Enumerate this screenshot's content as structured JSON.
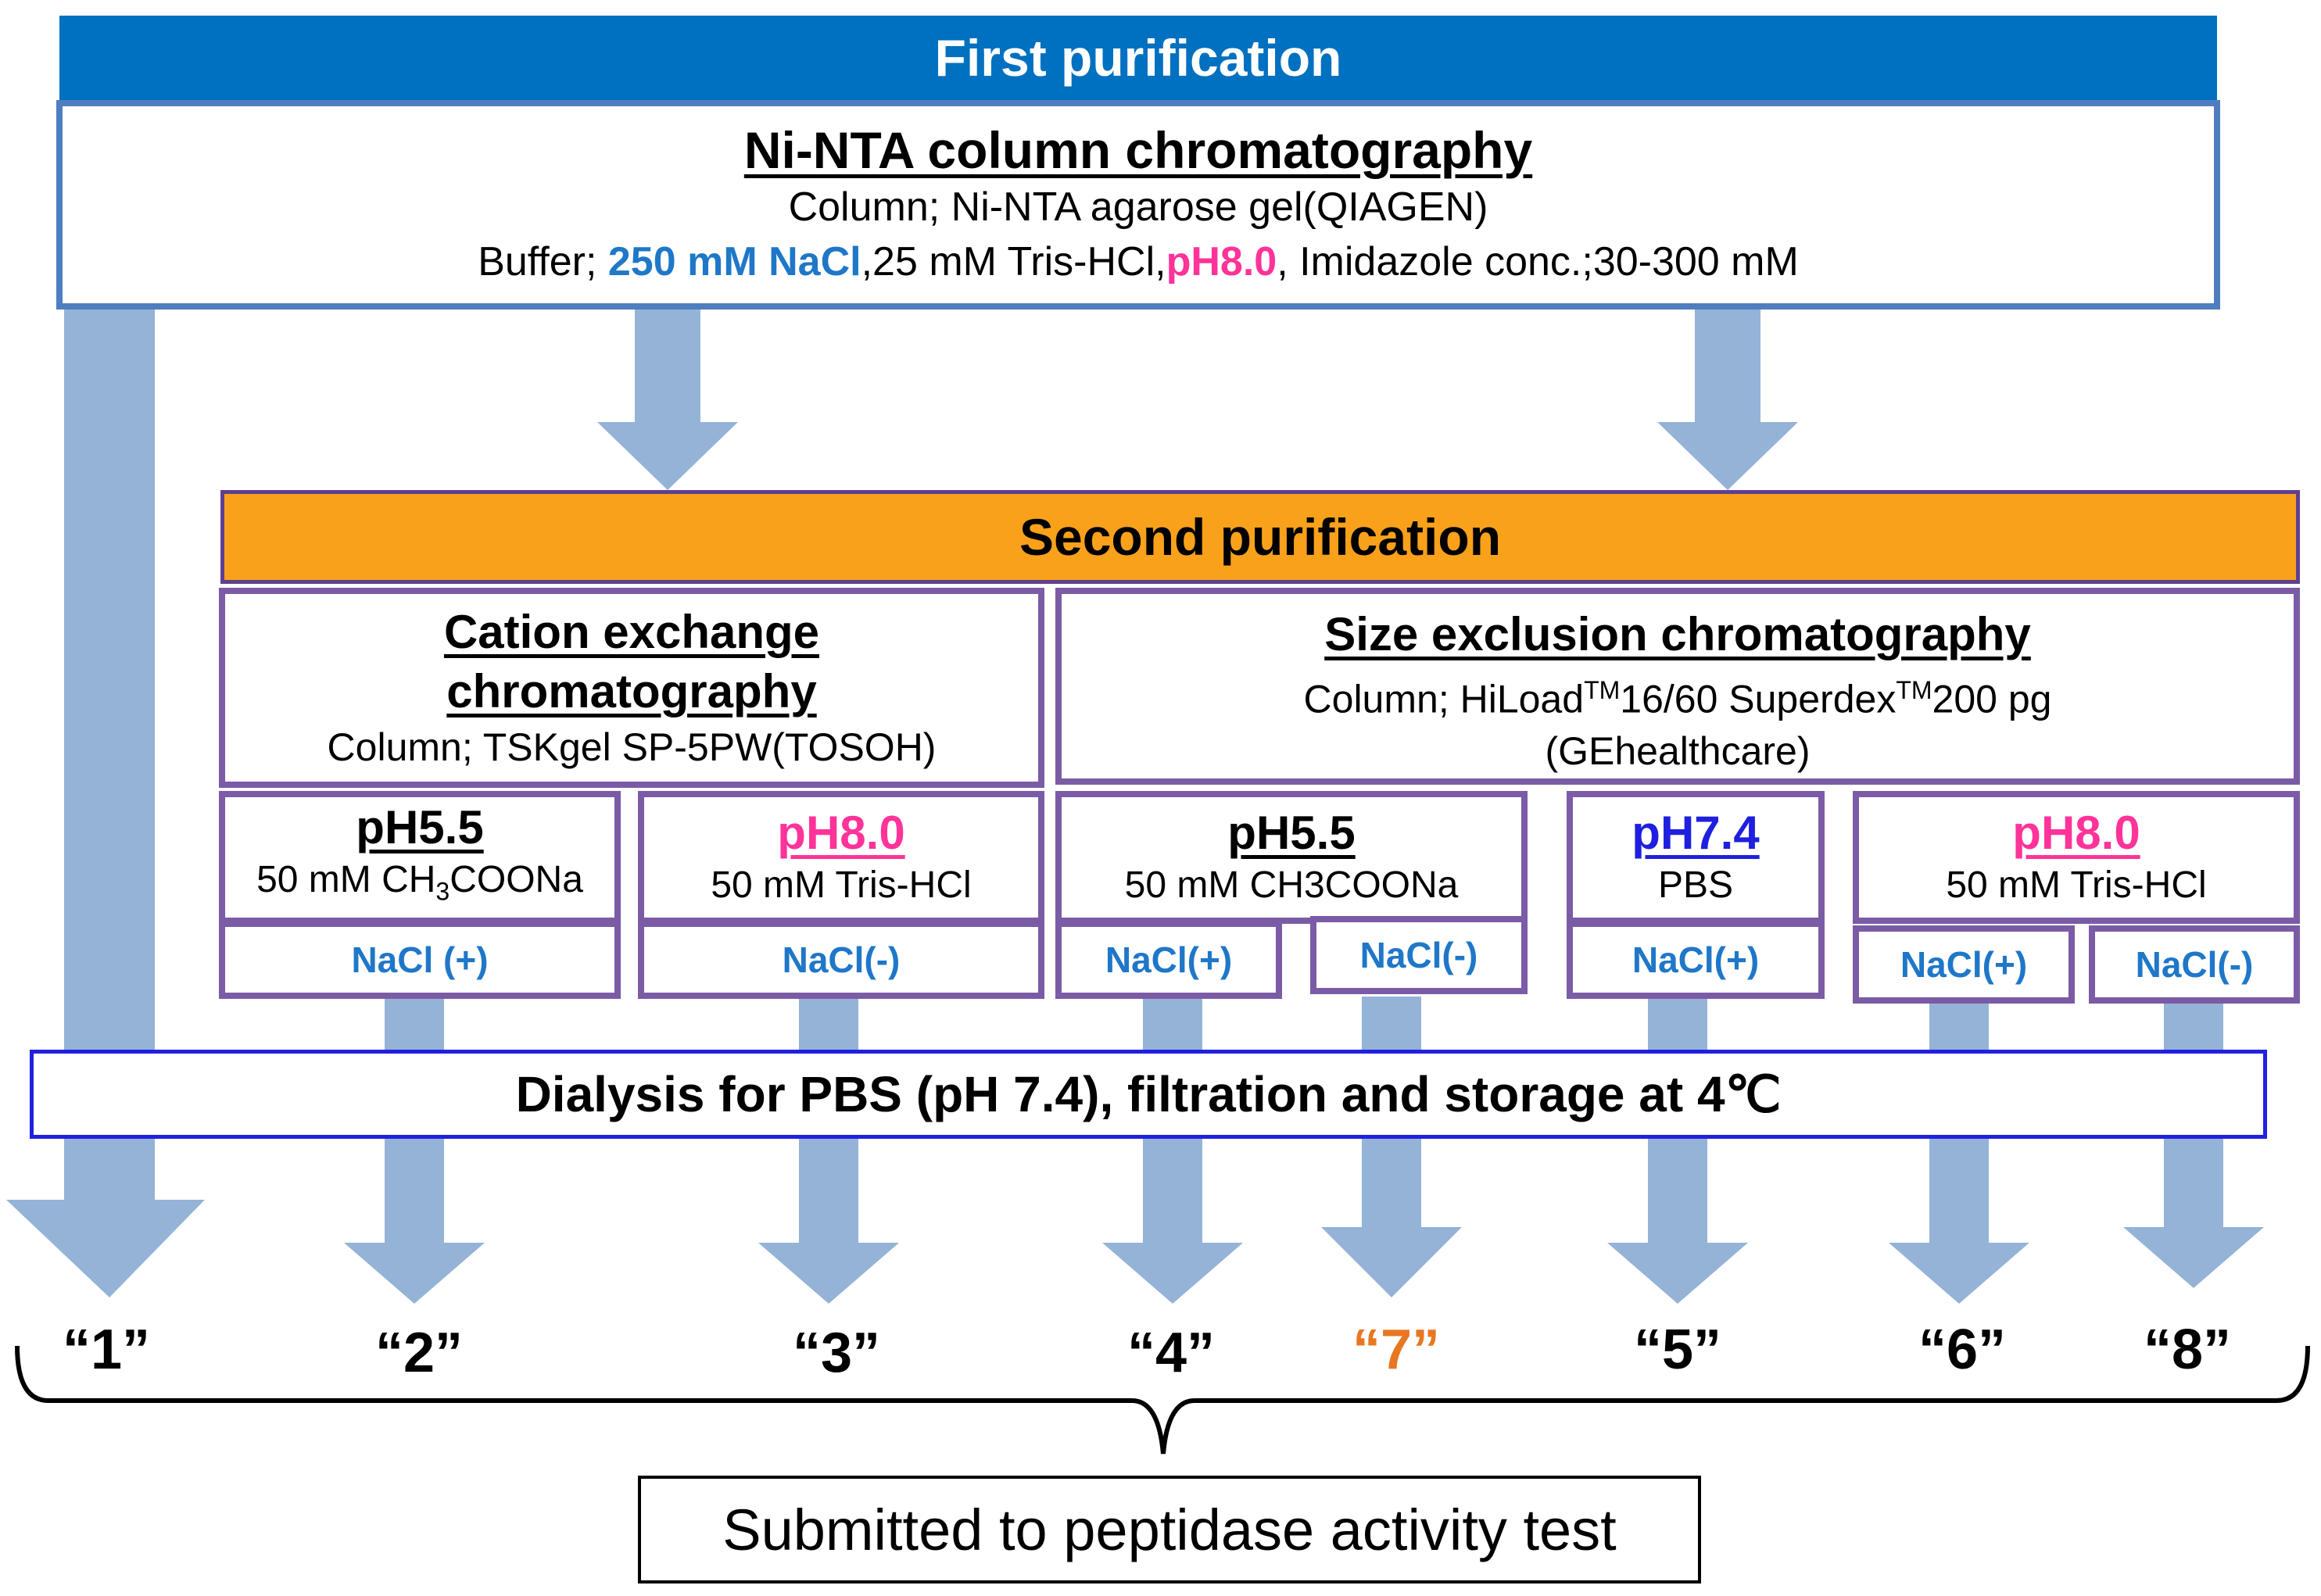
{
  "first_purification": {
    "header": "First purification",
    "title": "Ni-NTA column chromatography",
    "column_line": "Column; Ni-NTA agarose gel(QIAGEN)",
    "buffer_prefix": "Buffer; ",
    "buffer_nacl": "250 mM NaCl",
    "buffer_tris": ",25 mM Tris-HCl,",
    "buffer_ph": "pH8.0",
    "buffer_imidazole": ", Imidazole conc.;30-300 mM"
  },
  "second_purification": {
    "header": "Second purification",
    "cation": {
      "title_line1": "Cation exchange",
      "title_line2": "chromatography",
      "column": "Column; TSKgel SP-5PW(TOSOH)"
    },
    "size_exclusion": {
      "title": "Size exclusion chromatography",
      "column_a": "Column; HiLoad",
      "tm1": "TM",
      "column_b": "16/60 Superdex",
      "tm2": "TM",
      "column_c": "200 pg",
      "vendor": "(GEhealthcare)"
    },
    "conditions": [
      {
        "ph": "pH5.5",
        "buffer_a": "50 mM CH",
        "buffer_sub": "3",
        "buffer_b": "COONa"
      },
      {
        "ph": "pH8.0",
        "buffer": "50 mM Tris-HCl"
      },
      {
        "ph": "pH5.5",
        "buffer": "50 mM CH3COONa"
      },
      {
        "ph": "pH7.4",
        "buffer": "PBS"
      },
      {
        "ph": "pH8.0",
        "buffer": "50 mM Tris-HCl"
      }
    ],
    "nacl_labels": [
      "NaCl (+)",
      "NaCl(-)",
      "NaCl(+)",
      "NaCl(-)",
      "NaCl(+)",
      "NaCl(+)",
      "NaCl(-)"
    ]
  },
  "dialysis": "Dialysis for PBS (pH 7.4), filtration and storage at 4℃",
  "fractions": [
    "“1”",
    "“2”",
    "“3”",
    "“4”",
    "“7”",
    "“5”",
    "“6”",
    "“8”"
  ],
  "submitted": "Submitted to peptidase activity test",
  "colors": {
    "first_header": "#0070c0",
    "second_header": "#f9a11b",
    "box_border_blue": "#4f7ec0",
    "box_border_purple": "#7b5ba6",
    "arrow": "#95b3d7",
    "nacl_text": "#1f77c8",
    "ph_pink": "#ff3399",
    "ph_blue": "#1f1fe0",
    "fraction_orange": "#e87722"
  }
}
